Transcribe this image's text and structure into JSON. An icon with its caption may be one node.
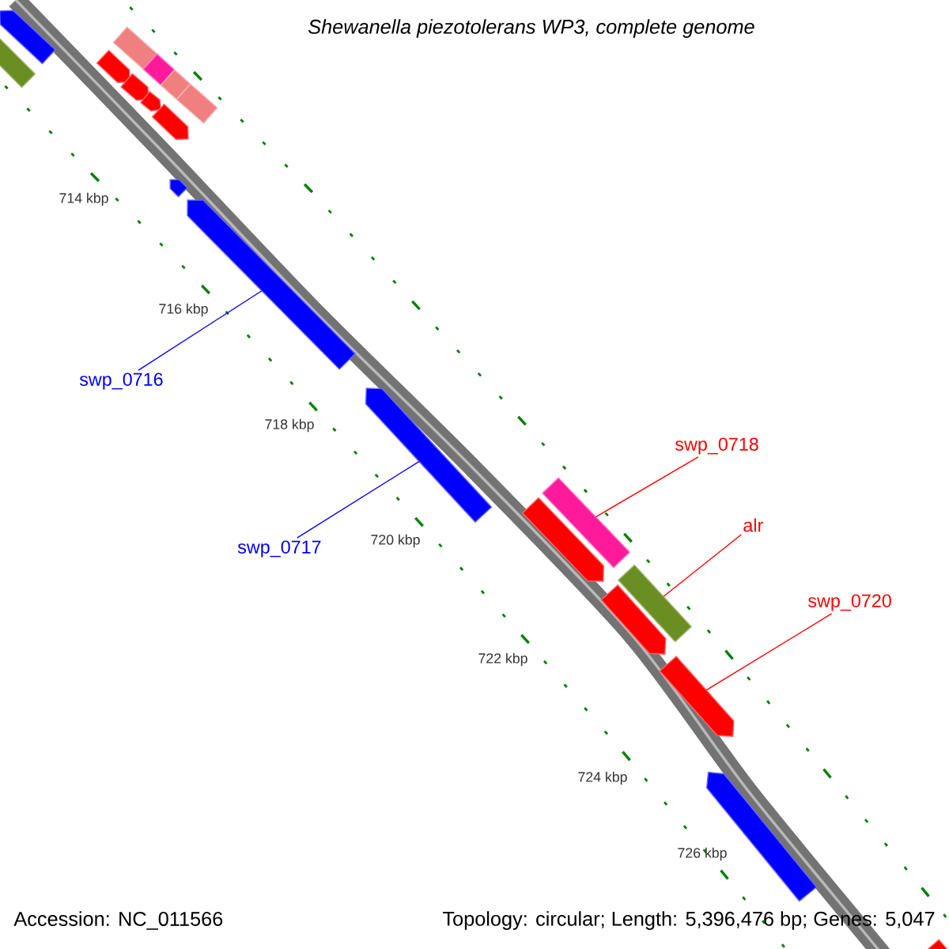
{
  "diagram": {
    "title": "Shewanella piezotolerans WP3, complete genome",
    "nodes": [
      {
        "text": [],
        "shape": "arrow"
      },
      {
        "text": [],
        "shape": "bar"
      },
      {
        "text": [],
        "shape": "bar"
      },
      {
        "text": [],
        "shape": "bar"
      },
      {
        "text": [],
        "shape": "bar"
      },
      {
        "text": [],
        "shape": "bar"
      },
      {
        "text": [],
        "shape": "arrow"
      },
      {
        "text": [],
        "shape": "arrow"
      },
      {
        "text": [],
        "shape": "arrow"
      },
      {
        "text": [],
        "shape": "arrow"
      },
      {
        "text": [],
        "shape": "arrow"
      },
      {
        "text": [],
        "shape": "arrow"
      },
      {
        "text": [
          "swp_0716"
        ]
      },
      {
        "text": [],
        "shape": "arrow"
      },
      {
        "text": [
          "swp_0717"
        ]
      },
      {
        "text": [
          "swp_0718"
        ]
      },
      {
        "text": [],
        "shape": "bar"
      },
      {
        "text": [],
        "shape": "arrow"
      },
      {
        "text": [
          "alr"
        ]
      },
      {
        "text": [],
        "shape": "bar"
      },
      {
        "text": [],
        "shape": "arrow"
      },
      {
        "text": [
          "swp_0720"
        ]
      },
      {
        "text": [],
        "shape": "arrow"
      },
      {
        "text": [],
        "shape": "arrow"
      },
      {
        "text": [],
        "shape": "arrow"
      }
    ],
    "edges": [
      {
        "from": 12,
        "to": 11,
        "arrow": "none",
        "color": "#0000ff"
      },
      {
        "from": 14,
        "to": 13,
        "arrow": "none",
        "color": "#0000ff"
      },
      {
        "from": 15,
        "to": 16,
        "arrow": "none"
      },
      {
        "from": 18,
        "to": 19,
        "arrow": "none"
      },
      {
        "from": 21,
        "to": 22,
        "arrow": "none"
      }
    ],
    "labels": [
      "714 kbp",
      "716 kbp",
      "718 kbp",
      "720 kbp",
      "722 kbp",
      "724 kbp",
      "726 kbp",
      "Accession: NC_011566",
      "Topology: circular; Length: 5,396,476 bp; Genes: 5,047"
    ]
  }
}
